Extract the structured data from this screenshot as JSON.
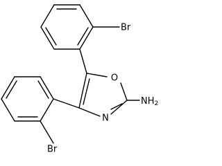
{
  "molecule": {
    "labels": {
      "br_top": "Br",
      "br_bottom": "Br",
      "oxygen": "O",
      "nitrogen": "N",
      "amine": "NH",
      "amine_subscript": "2"
    },
    "colors": {
      "bond": "#000000",
      "label": "#000000",
      "background": "#ffffff"
    }
  }
}
